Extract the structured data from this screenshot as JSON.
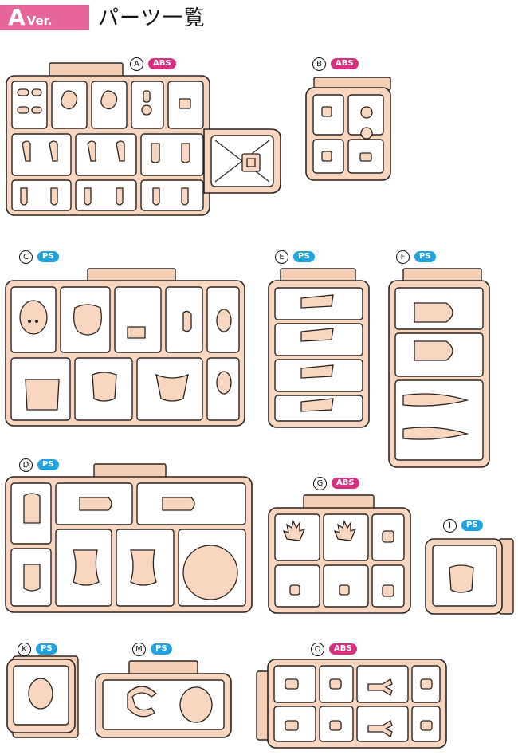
{
  "header": {
    "version_letter": "A",
    "version_suffix": "Ver.",
    "title": "パーツ一覧"
  },
  "colors": {
    "badge_pink": "#e8659a",
    "abs_badge": "#d6307f",
    "ps_badge": "#22a3dd",
    "runner_fill": "#f8d6bf"
  },
  "runners": [
    {
      "id": "A",
      "letter": "A",
      "material": "ABS"
    },
    {
      "id": "B",
      "letter": "B",
      "material": "ABS"
    },
    {
      "id": "C",
      "letter": "C",
      "material": "PS"
    },
    {
      "id": "E",
      "letter": "E",
      "material": "PS"
    },
    {
      "id": "F",
      "letter": "F",
      "material": "PS"
    },
    {
      "id": "D",
      "letter": "D",
      "material": "PS"
    },
    {
      "id": "G",
      "letter": "G",
      "material": "ABS"
    },
    {
      "id": "I",
      "letter": "I",
      "material": "PS"
    },
    {
      "id": "K",
      "letter": "K",
      "material": "PS"
    },
    {
      "id": "M",
      "letter": "M",
      "material": "PS"
    },
    {
      "id": "O",
      "letter": "O",
      "material": "ABS"
    }
  ]
}
